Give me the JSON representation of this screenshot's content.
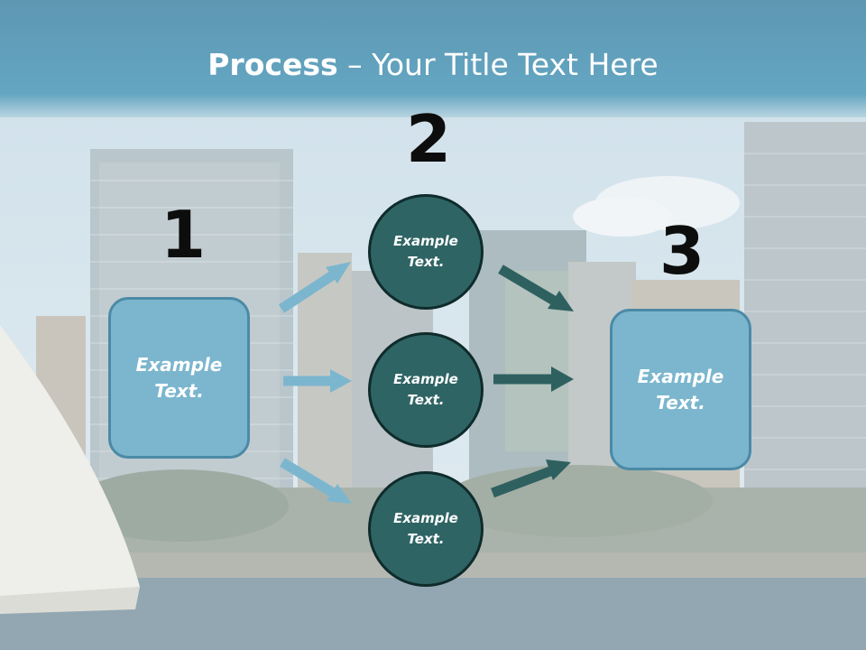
{
  "slide": {
    "title_bold": "Process",
    "title_rest": " – Your Title Text Here",
    "steps": [
      {
        "number": "1",
        "label": "Example\nText."
      },
      {
        "number": "2",
        "label": ""
      },
      {
        "number": "3",
        "label": "Example\nText."
      }
    ],
    "circles": [
      {
        "label": "Example\nText."
      },
      {
        "label": "Example\nText."
      },
      {
        "label": "Example\nText."
      }
    ]
  },
  "colors": {
    "banner": "#5c9fba",
    "box_fill": "#7bb6ce",
    "circle_fill": "#2f6464",
    "arrow_light": "#7bb6ce",
    "arrow_dark": "#2e6060"
  }
}
